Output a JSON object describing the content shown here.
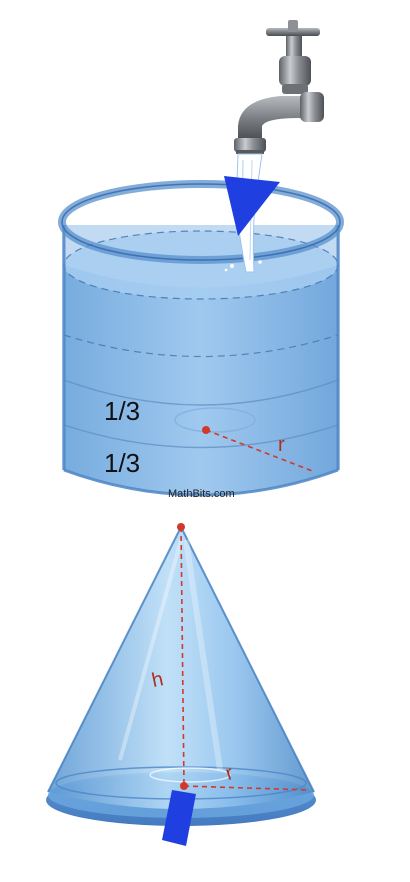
{
  "cylinder": {
    "fraction_labels": [
      "1/3",
      "1/3"
    ],
    "radius_label": "r",
    "credit": "MathBits.com"
  },
  "cone": {
    "height_label": "h",
    "radius_label": "r"
  },
  "colors": {
    "water": "#5a9bd8",
    "water_light": "#a9cdf0",
    "rim": "#4f86c6",
    "measure_line": "#d03a2a",
    "marker": "#1f3fe0",
    "faucet_metal": "#8a8d91"
  },
  "icons": {
    "faucet": "faucet-icon",
    "water_stream": "water-stream-icon"
  }
}
